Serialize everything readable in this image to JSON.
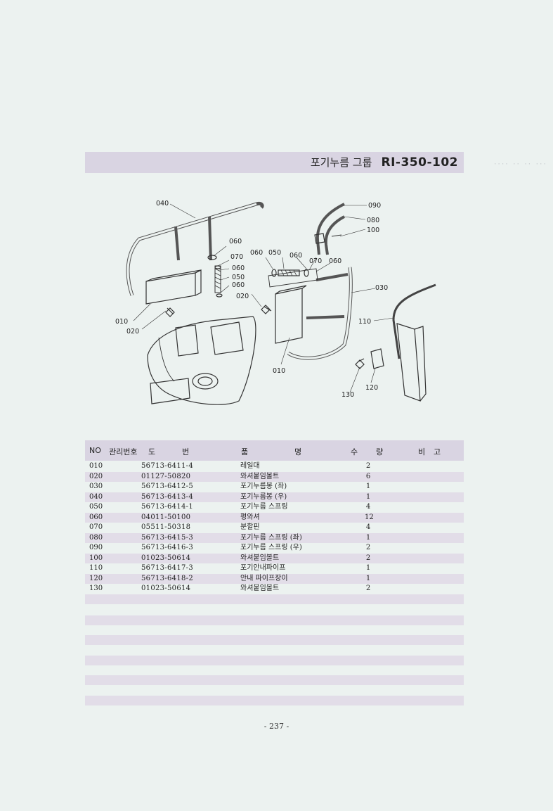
{
  "header": {
    "group_title": "포기누름 그룹",
    "code": "RI-350-102"
  },
  "diagram_labels": {
    "l040": "040",
    "l060a": "060",
    "l070a": "070",
    "l060b": "060",
    "l050a": "050",
    "l060c": "060",
    "l020a": "020",
    "l010a": "010",
    "l020b": "020",
    "l060d": "060",
    "l050b": "050",
    "l060e": "060",
    "l070b": "070",
    "l060f": "060",
    "l030": "030",
    "l010b": "010",
    "l090": "090",
    "l080": "080",
    "l100": "100",
    "l110": "110",
    "l130": "130",
    "l120": "120"
  },
  "table": {
    "headers": {
      "no": "NO",
      "mgmt": "관리번호",
      "drawing_1": "도",
      "drawing_2": "번",
      "name_1": "품",
      "name_2": "명",
      "qty_1": "수",
      "qty_2": "량",
      "remark_1": "비",
      "remark_2": "고"
    },
    "rows": [
      {
        "no": "010",
        "part": "56713-6411-4",
        "name": "레일대",
        "qty": "2"
      },
      {
        "no": "020",
        "part": "01127-50820",
        "name": "와셔붙임볼트",
        "qty": "6"
      },
      {
        "no": "030",
        "part": "56713-6412-5",
        "name": "포기누름봉 (좌)",
        "qty": "1"
      },
      {
        "no": "040",
        "part": "56713-6413-4",
        "name": "포기누름봉 (우)",
        "qty": "1"
      },
      {
        "no": "050",
        "part": "56713-6414-1",
        "name": "포기누름 스프링",
        "qty": "4"
      },
      {
        "no": "060",
        "part": "04011-50100",
        "name": "평와셔",
        "qty": "12"
      },
      {
        "no": "070",
        "part": "05511-50318",
        "name": "분할핀",
        "qty": "4"
      },
      {
        "no": "080",
        "part": "56713-6415-3",
        "name": "포기누름 스프링 (좌)",
        "qty": "1"
      },
      {
        "no": "090",
        "part": "56713-6416-3",
        "name": "포기누름 스프링 (우)",
        "qty": "2"
      },
      {
        "no": "100",
        "part": "01023-50614",
        "name": "와셔붙임볼트",
        "qty": "2"
      },
      {
        "no": "110",
        "part": "56713-6417-3",
        "name": "포기안내파이프",
        "qty": "1"
      },
      {
        "no": "120",
        "part": "56713-6418-2",
        "name": "안내 파이프장이",
        "qty": "1"
      },
      {
        "no": "130",
        "part": "01023-50614",
        "name": "와셔붙임볼트",
        "qty": "2"
      }
    ]
  },
  "page_number": "- 237 -"
}
